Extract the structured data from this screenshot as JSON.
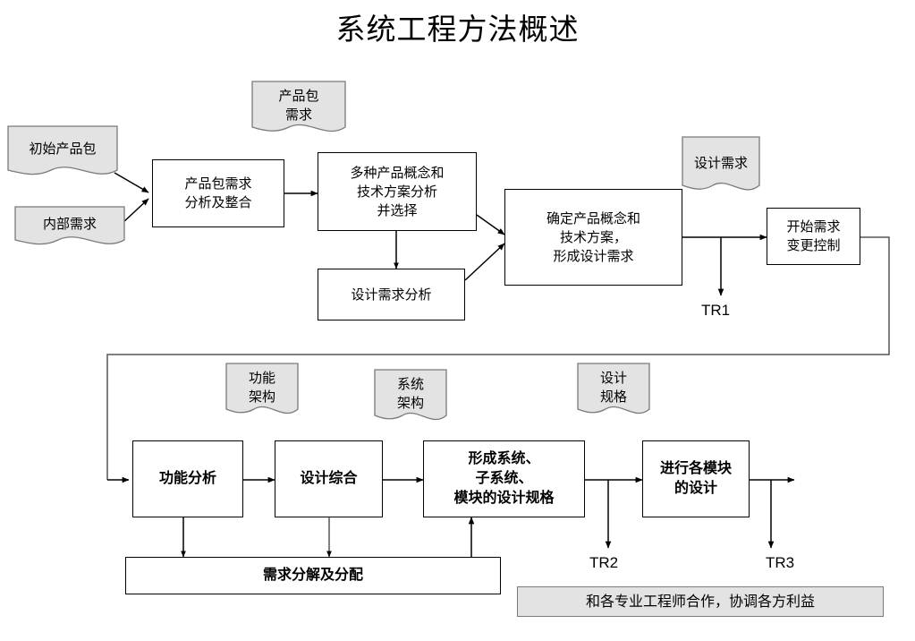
{
  "title": "系统工程方法概述",
  "nodes": {
    "initial_product_pkg": "初始产品包",
    "internal_req": "内部需求",
    "pkg_req_analysis": "产品包需求\n分析及整合",
    "pkg_req_doc": "产品包\n需求",
    "concept_tech_select": "多种产品概念和\n技术方案分析\n并选择",
    "design_req_analysis": "设计需求分析",
    "confirm_concept": "确定产品概念和\n技术方案，\n形成设计需求",
    "design_req_doc": "设计需求",
    "start_change_ctrl": "开始需求\n变更控制",
    "func_arch_doc": "功能\n架构",
    "sys_arch_doc": "系统\n架构",
    "design_spec_doc": "设计\n规格",
    "func_analysis": "功能分析",
    "design_synthesis": "设计综合",
    "form_design_spec": "形成系统、\n子系统、\n模块的设计规格",
    "module_design": "进行各模块\n的设计",
    "req_decompose": "需求分解及分配",
    "cooperate_note": "和各专业工程师合作，协调各方利益"
  },
  "labels": {
    "tr1": "TR1",
    "tr2": "TR2",
    "tr3": "TR3"
  },
  "colors": {
    "line": "#000000",
    "gray_fill": "#e3e3e3",
    "gray_stroke": "#7a7a7a",
    "box_stroke": "#000000",
    "background": "#ffffff"
  }
}
